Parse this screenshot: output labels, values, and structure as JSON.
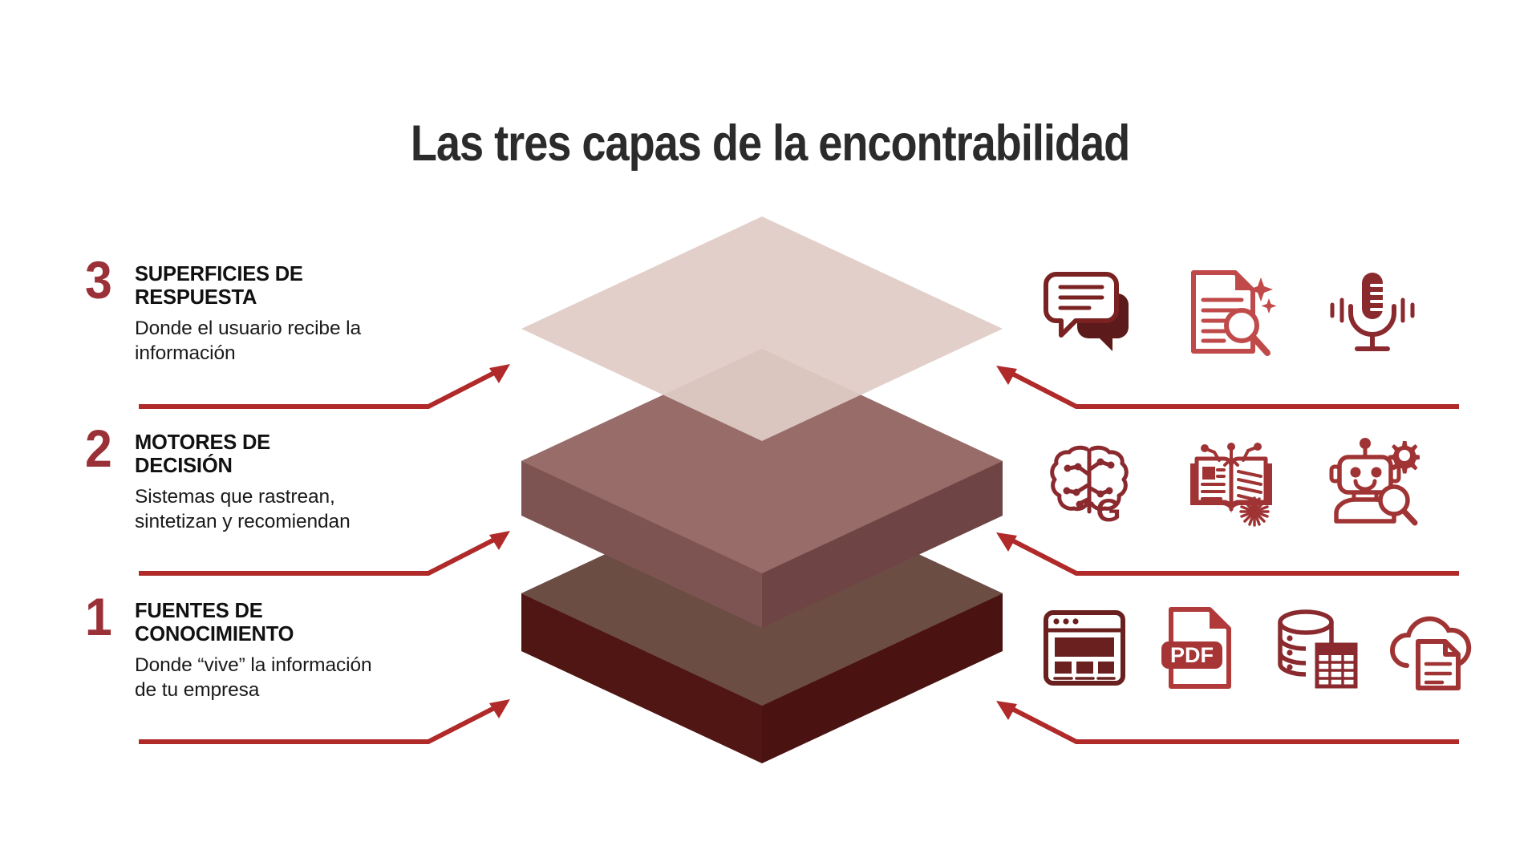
{
  "page": {
    "title": "Las tres capas de la encontrabilidad",
    "background_color": "#FFFFFF",
    "accent_red": "#B02A2A",
    "number_color": "#9B3138",
    "icon_dark": "#6B2020",
    "icon_mid": "#A03434",
    "icon_light": "#C04A4A"
  },
  "steps": [
    {
      "number": "3",
      "heading": "SUPERFICIES DE\nRESPUESTA",
      "description": "Donde el usuario recibe la\ninformación"
    },
    {
      "number": "2",
      "heading": "MOTORES DE\nDECISIÓN",
      "description": "Sistemas que rastrean,\nsintetizan y recomiendan"
    },
    {
      "number": "1",
      "heading": "FUENTES DE\nCONOCIMIENTO",
      "description": "Donde “vive” la información\nde tu empresa"
    }
  ],
  "layers": [
    {
      "name": "superficies-de-respuesta",
      "top_color": "#E0CBC6",
      "side_left_color": "#E0CBC6",
      "side_right_color": "#E0CBC6",
      "thickness": 0
    },
    {
      "name": "motores-de-decision",
      "top_color": "#9A6E6A",
      "side_left_color": "#7E5453",
      "side_right_color": "#6E4544",
      "thickness": 68
    },
    {
      "name": "fuentes-de-conocimiento",
      "top_color": "#6B4D44",
      "side_left_color": "#501614",
      "side_right_color": "#4A1312",
      "thickness": 72
    }
  ],
  "icon_rows": [
    {
      "layer": "superficies-de-respuesta",
      "icons": [
        "chat-bubbles-icon",
        "document-search-sparkle-icon",
        "microphone-voice-icon"
      ]
    },
    {
      "layer": "motores-de-decision",
      "icons": [
        "brain-network-g-icon",
        "open-book-circuit-icon",
        "robot-gear-search-icon"
      ]
    },
    {
      "layer": "fuentes-de-conocimiento",
      "icons": [
        "browser-window-icon",
        "pdf-file-icon",
        "database-table-icon",
        "cloud-document-icon"
      ]
    }
  ],
  "icon_labels": {
    "pdf": "PDF",
    "brain_g": "G"
  }
}
